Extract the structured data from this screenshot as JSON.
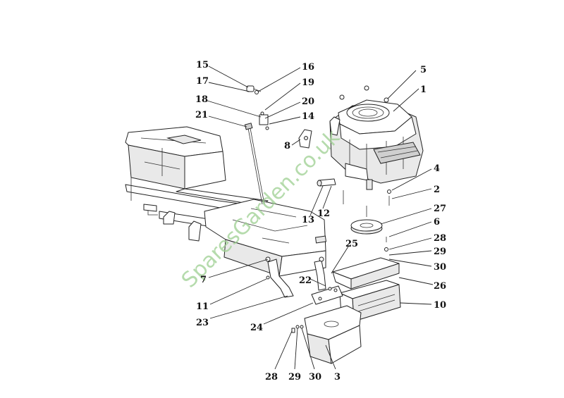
{
  "watermark": "SparesGarden.co.uk",
  "callouts": [
    {
      "id": "c15",
      "label": "15"
    },
    {
      "id": "c16",
      "label": "16"
    },
    {
      "id": "c17",
      "label": "17"
    },
    {
      "id": "c19",
      "label": "19"
    },
    {
      "id": "c18",
      "label": "18"
    },
    {
      "id": "c20",
      "label": "20"
    },
    {
      "id": "c21",
      "label": "21"
    },
    {
      "id": "c14",
      "label": "14"
    },
    {
      "id": "c5",
      "label": "5"
    },
    {
      "id": "c1",
      "label": "1"
    },
    {
      "id": "c8",
      "label": "8"
    },
    {
      "id": "c4",
      "label": "4"
    },
    {
      "id": "c2",
      "label": "2"
    },
    {
      "id": "c27",
      "label": "27"
    },
    {
      "id": "c6",
      "label": "6"
    },
    {
      "id": "c13",
      "label": "13"
    },
    {
      "id": "c12",
      "label": "12"
    },
    {
      "id": "c28a",
      "label": "28"
    },
    {
      "id": "c29a",
      "label": "29"
    },
    {
      "id": "c30a",
      "label": "30"
    },
    {
      "id": "c25",
      "label": "25"
    },
    {
      "id": "c26",
      "label": "26"
    },
    {
      "id": "c7",
      "label": "7"
    },
    {
      "id": "c22",
      "label": "22"
    },
    {
      "id": "c10",
      "label": "10"
    },
    {
      "id": "c11",
      "label": "11"
    },
    {
      "id": "c23",
      "label": "23"
    },
    {
      "id": "c24",
      "label": "24"
    },
    {
      "id": "c28b",
      "label": "28"
    },
    {
      "id": "c29b",
      "label": "29"
    },
    {
      "id": "c30b",
      "label": "30"
    },
    {
      "id": "c3",
      "label": "3"
    }
  ]
}
